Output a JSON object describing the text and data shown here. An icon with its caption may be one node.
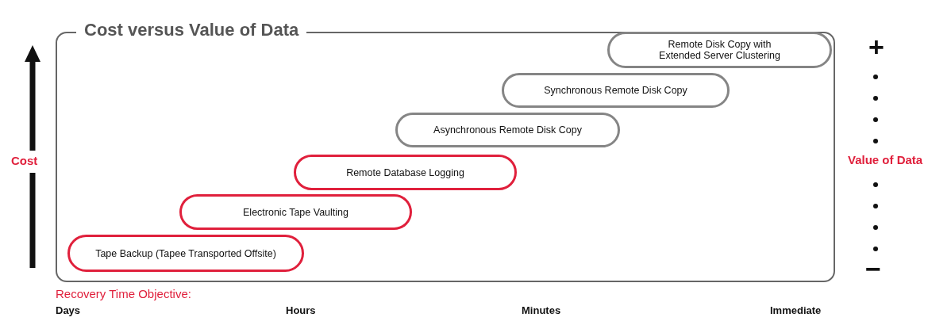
{
  "diagram": {
    "nodes": [
      {
        "text": [
          "Cost versus Value of Data"
        ]
      },
      {
        "text": [
          "Remote Disk Copy with Extended Server Clustering"
        ],
        "in": 0
      },
      {
        "text": [
          "Synchronous Remote Disk Copy"
        ],
        "in": 0
      },
      {
        "text": [
          "Asynchronous Remote Disk Copy"
        ],
        "in": 0
      },
      {
        "text": [
          "Remote Database Logging"
        ],
        "in": 0
      },
      {
        "text": [
          "Electronic Tape Vaulting"
        ],
        "in": 0
      },
      {
        "text": [
          "Tape Backup (Tapee Transported Offsite)"
        ],
        "in": 0
      }
    ],
    "labels": [
      "Cost",
      "+",
      "Value of Data",
      "−",
      "Recovery Time Objective:",
      "Days",
      "Hours",
      "Minutes",
      "Immediate"
    ]
  }
}
